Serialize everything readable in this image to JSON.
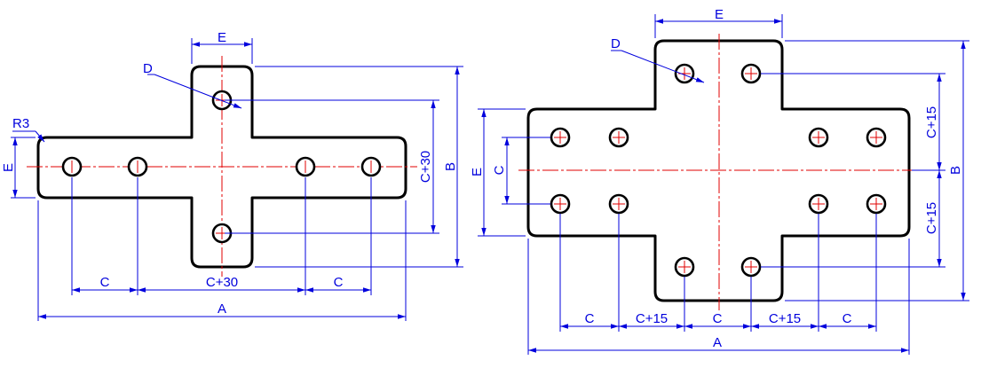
{
  "colors": {
    "outline": "#000000",
    "centerline": "#e00000",
    "dimension": "#0000dd",
    "background": "#ffffff"
  },
  "left_drawing": {
    "label_E_top": "E",
    "label_D": "D",
    "label_R3": "R3",
    "label_E_left": "E",
    "label_Cp30_right": "C+30",
    "label_B": "B",
    "label_C_left": "C",
    "label_Cp30_bottom": "C+30",
    "label_C_right": "C",
    "label_A": "A"
  },
  "right_drawing": {
    "label_E_top": "E",
    "label_D": "D",
    "label_E_left": "E",
    "label_C_left": "C",
    "label_Cp15_upper": "C+15",
    "label_Cp15_lower": "C+15",
    "label_B": "B",
    "label_C_1": "C",
    "label_Cp15_1": "C+15",
    "label_C_2": "C",
    "label_Cp15_2": "C+15",
    "label_C_3": "C",
    "label_A": "A"
  }
}
